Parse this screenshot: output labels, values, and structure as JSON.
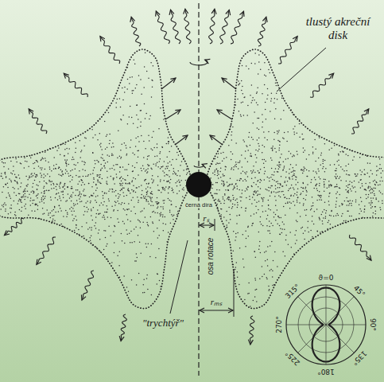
{
  "diagram": {
    "labels": [
      "tlustý akreční disk",
      "černá díra",
      "osa rotace",
      "rₛ",
      "rₘₛ",
      "\"trychtýř\"",
      "ϑ=0",
      "45°",
      "90°",
      "135°",
      "180°",
      "225°",
      "270°",
      "315°"
    ]
  }
}
